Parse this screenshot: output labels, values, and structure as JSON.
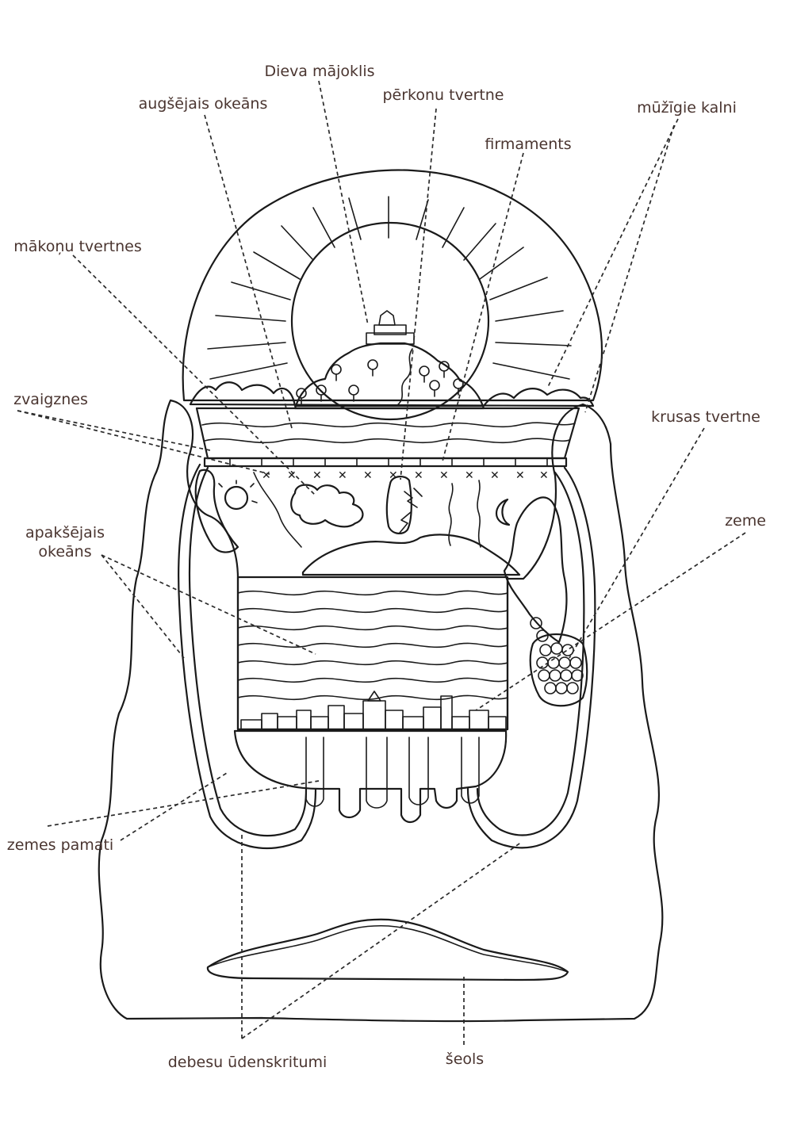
{
  "labels": {
    "god_dwelling": "Dieva mājoklis",
    "upper_ocean": "augšējais okeāns",
    "thunder_store": "pērkonu tvertne",
    "firmament": "firmaments",
    "eternal_mountains": "mūžīgie kalni",
    "cloud_stores": "mākoņu tvertnes",
    "stars": "zvaigznes",
    "hail_store": "krusas tvertne",
    "lower_ocean_line1": "apakšējais",
    "lower_ocean_line2": "okeāns",
    "earth": "zeme",
    "earth_foundations": "zemes pamati",
    "heaven_waterfalls": "debesu ūdenskritumi",
    "sheol": "šeols"
  },
  "colors": {
    "ink": "#1a1a1a",
    "label_text": "#4a3530",
    "background": "#ffffff"
  }
}
